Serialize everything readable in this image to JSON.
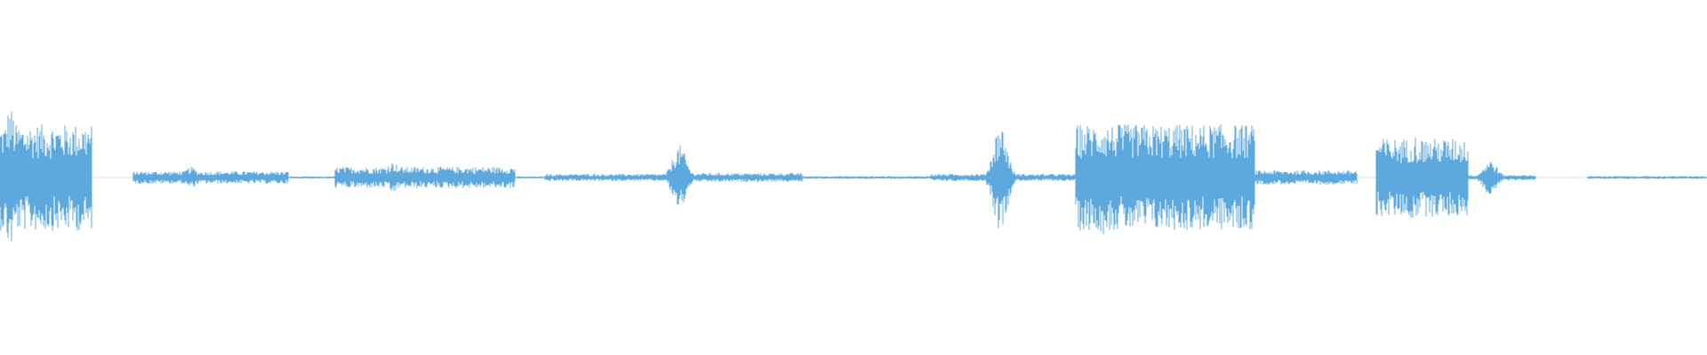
{
  "waveform": {
    "color": "#5DA9DD",
    "background": "#ffffff",
    "baseline_amplitude": 0.012,
    "segments": [
      {
        "start": 0.0,
        "end": 0.054,
        "amp": 0.3
      },
      {
        "start": 0.078,
        "end": 0.169,
        "amp": 0.035
      },
      {
        "start": 0.169,
        "end": 0.196,
        "amp": 0.006
      },
      {
        "start": 0.196,
        "end": 0.302,
        "amp": 0.06
      },
      {
        "start": 0.302,
        "end": 0.319,
        "amp": 0.006
      },
      {
        "start": 0.319,
        "end": 0.394,
        "amp": 0.02
      },
      {
        "start": 0.394,
        "end": 0.47,
        "amp": 0.025
      },
      {
        "start": 0.47,
        "end": 0.5,
        "amp": 0.008
      },
      {
        "start": 0.5,
        "end": 0.545,
        "amp": 0.008
      },
      {
        "start": 0.545,
        "end": 0.63,
        "amp": 0.02
      },
      {
        "start": 0.63,
        "end": 0.735,
        "amp": 0.3
      },
      {
        "start": 0.735,
        "end": 0.79,
        "amp": 0.015
      },
      {
        "start": 0.79,
        "end": 0.735,
        "amp": 0.0
      },
      {
        "start": 0.735,
        "end": 0.795,
        "amp": 0.04
      },
      {
        "start": 0.806,
        "end": 0.86,
        "amp": 0.22
      },
      {
        "start": 0.86,
        "end": 0.9,
        "amp": 0.015
      },
      {
        "start": 0.93,
        "end": 1.0,
        "amp": 0.008
      }
    ],
    "peaks": [
      {
        "pos": 0.006,
        "amp": 0.4
      },
      {
        "pos": 0.112,
        "amp": 0.06
      },
      {
        "pos": 0.23,
        "amp": 0.09
      },
      {
        "pos": 0.398,
        "amp": 0.18
      },
      {
        "pos": 0.586,
        "amp": 0.3
      },
      {
        "pos": 0.646,
        "amp": 0.32
      },
      {
        "pos": 0.663,
        "amp": 0.16
      },
      {
        "pos": 0.828,
        "amp": 0.25
      },
      {
        "pos": 0.873,
        "amp": 0.1
      }
    ]
  }
}
